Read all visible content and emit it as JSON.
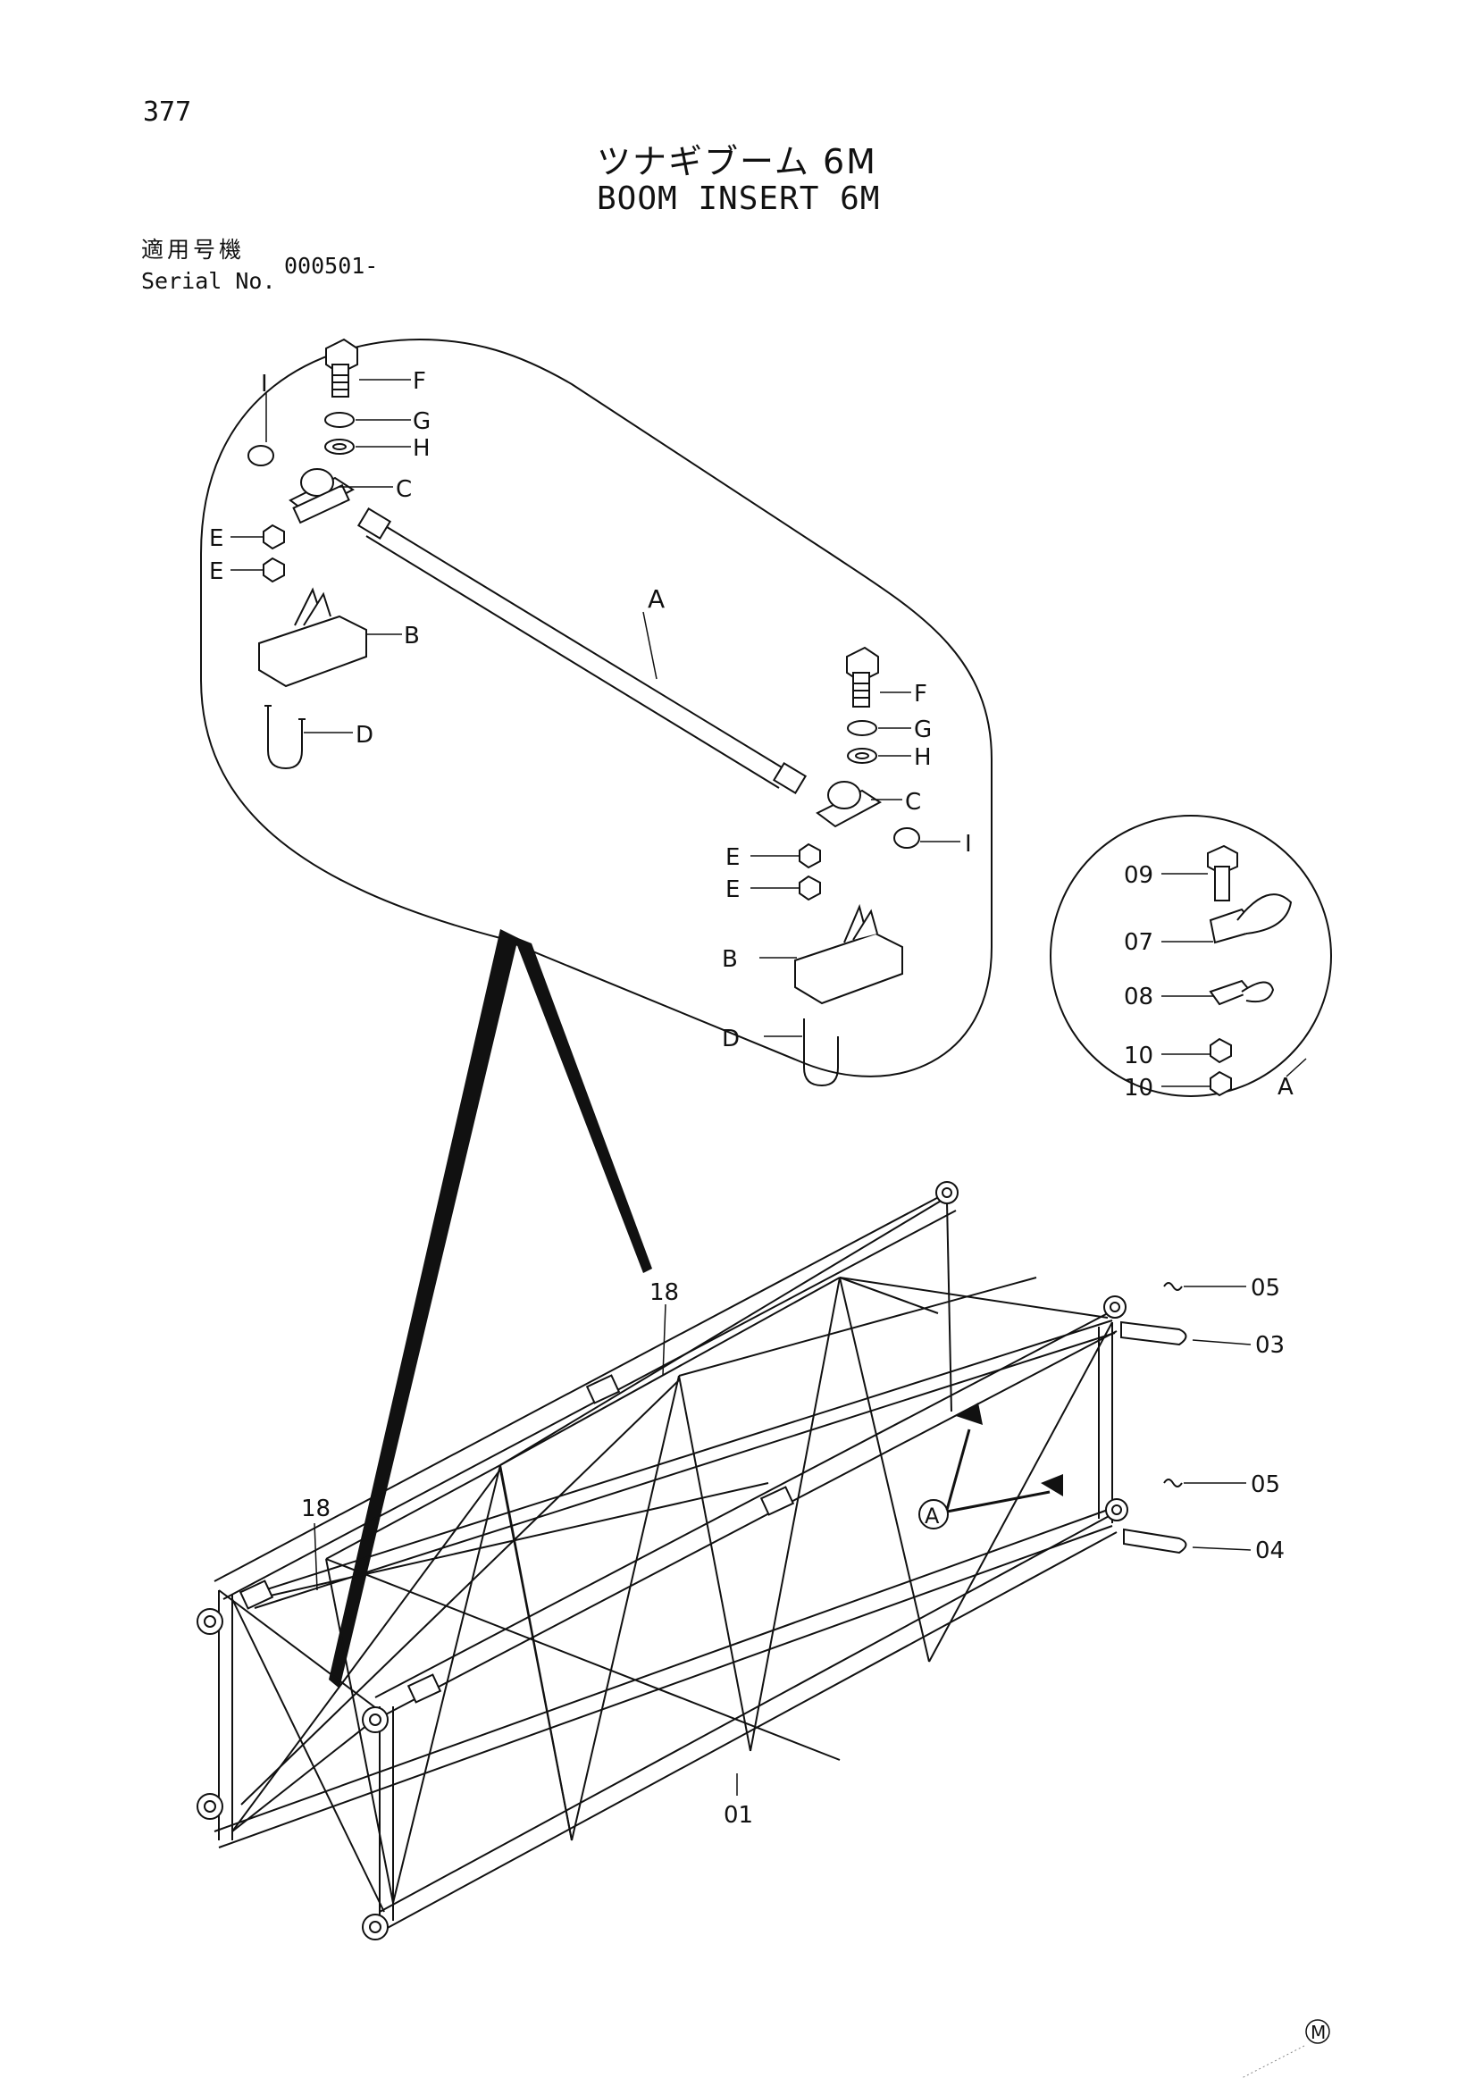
{
  "page_number": "377",
  "title_jp": "ツナギブーム 6M",
  "title_en": "BOOM INSERT 6M",
  "serial": {
    "label_jp": "適用号機",
    "label_en": "Serial No.",
    "value": "000501-"
  },
  "callouts": {
    "F": "F",
    "G": "G",
    "H": "H",
    "C": "C",
    "E": "E",
    "B": "B",
    "D": "D",
    "A": "A",
    "I": "I"
  },
  "parts": {
    "p01": "01",
    "p03": "03",
    "p04": "04",
    "p05": "05",
    "p07": "07",
    "p08": "08",
    "p09": "09",
    "p10": "10",
    "p18": "18"
  },
  "mark": "M"
}
